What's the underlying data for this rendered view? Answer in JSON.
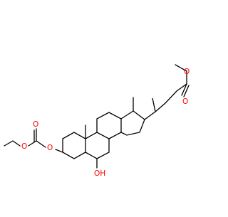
{
  "molecule": {
    "atom_labels": {
      "ester_oxygen": "O",
      "carbonyl_oxygen_ester": "O",
      "carbonate_carbonyl_oxygen": "O",
      "carbonate_ether_oxygen": "O",
      "carbonate_ring_oxygen": "O",
      "hydroxyl": "OH"
    },
    "colors": {
      "bond": "#000000",
      "oxygen": "#ff0000",
      "background": "#ffffff"
    }
  }
}
